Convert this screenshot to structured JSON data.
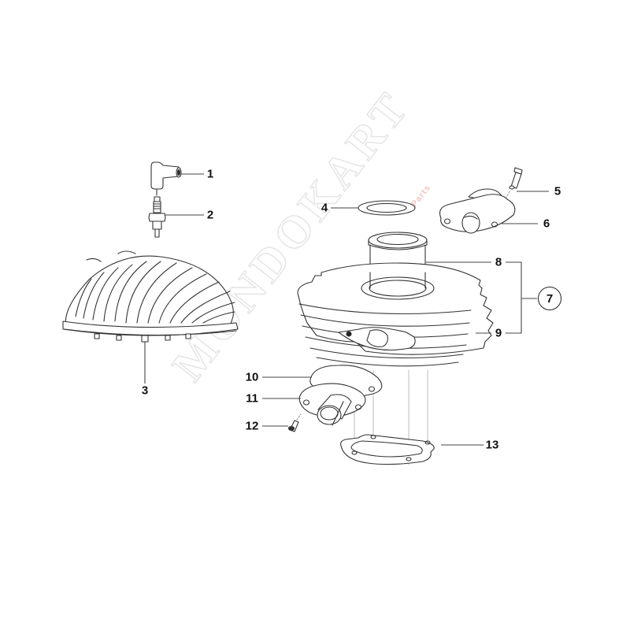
{
  "diagram": {
    "type": "exploded-parts-diagram",
    "subject": "Cylinder, cylinder head and intake assembly",
    "colors": {
      "line": "#333333",
      "leader": "#444444",
      "label": "#111111",
      "watermark": "#e4e4e4",
      "watermark_accent": "#f3c7c3",
      "background": "#ffffff"
    },
    "watermark": {
      "text": "MONDOKART",
      "sub_text": "Parts"
    },
    "callouts": [
      {
        "id": "1",
        "label": "1",
        "part": "spark-plug-cap"
      },
      {
        "id": "2",
        "label": "2",
        "part": "spark-plug"
      },
      {
        "id": "3",
        "label": "3",
        "part": "cylinder-head"
      },
      {
        "id": "4",
        "label": "4",
        "part": "head-gasket"
      },
      {
        "id": "5",
        "label": "5",
        "part": "exhaust-flange-screw"
      },
      {
        "id": "6",
        "label": "6",
        "part": "exhaust-flange"
      },
      {
        "id": "7",
        "label": "7",
        "part": "cylinder-kit",
        "circled": true,
        "groups": [
          "8",
          "9"
        ]
      },
      {
        "id": "8",
        "label": "8",
        "part": "cylinder-liner"
      },
      {
        "id": "9",
        "label": "9",
        "part": "cylinder-barrel"
      },
      {
        "id": "10",
        "label": "10",
        "part": "intake-gasket"
      },
      {
        "id": "11",
        "label": "11",
        "part": "intake-manifold"
      },
      {
        "id": "12",
        "label": "12",
        "part": "intake-screw"
      },
      {
        "id": "13",
        "label": "13",
        "part": "base-gasket"
      }
    ]
  }
}
